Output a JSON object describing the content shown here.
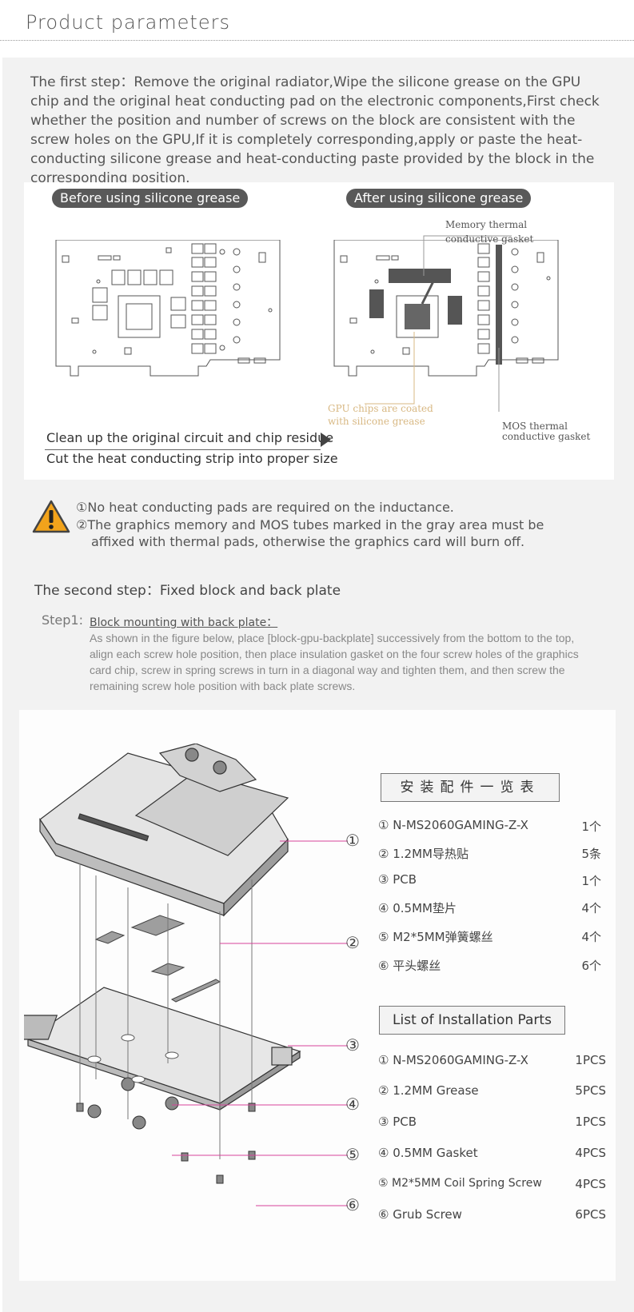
{
  "header": {
    "title": "Product parameters"
  },
  "step_one": {
    "text": "The first step：Remove the original radiator,Wipe the silicone grease on the GPU chip and the original heat conducting pad on the electronic components,First check whether the position and number of screws on the block are consistent with the screw holes on the GPU,If it is completely corresponding,apply or paste the heat-conducting silicone grease and heat-conducting paste provided by the block in the corresponding position."
  },
  "diagram1": {
    "before_label": "Before using silicone grease",
    "after_label": "After using silicone grease",
    "memory_note_1": "Memory thermal",
    "memory_note_2": "conductive gasket",
    "gpu_note_1": "GPU chips are coated",
    "gpu_note_2": "with silicone grease",
    "mos_note_1": "MOS thermal",
    "mos_note_2": "conductive gasket",
    "clean_line_1": "Clean up the original circuit and chip residue",
    "clean_line_2": "Cut the heat conducting strip into proper size"
  },
  "warnings": {
    "line1": "①No heat conducting pads are required on the inductance.",
    "line2": "②The graphics memory and MOS tubes marked in the gray area must be",
    "line3": "affixed with thermal pads, otherwise the graphics card will burn off."
  },
  "step_two": {
    "title": "The second step：Fixed block and back plate",
    "step1_label": "Step1:",
    "step1_title": "Block mounting with back plate：",
    "step1_text": "As shown in the figure below, place [block-gpu-backplate] successively from the bottom to the top, align each screw hole position, then place insulation gasket on the four screw holes of the graphics card chip, screw in spring screws in turn in a diagonal way and tighten them, and then screw the remaining screw hole position with back plate screws."
  },
  "exploded": {
    "callouts": [
      "①",
      "②",
      "③",
      "④",
      "⑤",
      "⑥"
    ]
  },
  "parts_cn": {
    "title": "安装配件一览表",
    "items": [
      {
        "name": "① N-MS2060GAMING-Z-X",
        "qty": "1个"
      },
      {
        "name": "② 1.2MM导热贴",
        "qty": "5条"
      },
      {
        "name": "③  PCB",
        "qty": "1个"
      },
      {
        "name": "④ 0.5MM垫片",
        "qty": "4个"
      },
      {
        "name": "⑤ M2*5MM弹簧螺丝",
        "qty": "4个"
      },
      {
        "name": "⑥ 平头螺丝",
        "qty": "6个"
      }
    ]
  },
  "parts_en": {
    "title": "List of Installation Parts",
    "items": [
      {
        "name": "① N-MS2060GAMING-Z-X",
        "qty": "1PCS"
      },
      {
        "name": "② 1.2MM Grease",
        "qty": "5PCS"
      },
      {
        "name": "③ PCB",
        "qty": "1PCS"
      },
      {
        "name": "④ 0.5MM Gasket",
        "qty": "4PCS"
      },
      {
        "name": "⑤ M2*5MM Coil Spring Screw",
        "qty": "4PCS"
      },
      {
        "name": "⑥ Grub Screw",
        "qty": "6PCS"
      }
    ]
  },
  "colors": {
    "panel_bg": "#f2f2f2",
    "pill_bg": "#595959",
    "warning_orange": "#f2a31b",
    "gpu_note": "#d8b883",
    "callout_pink": "#d6449a",
    "pad_gray": "#555555"
  }
}
